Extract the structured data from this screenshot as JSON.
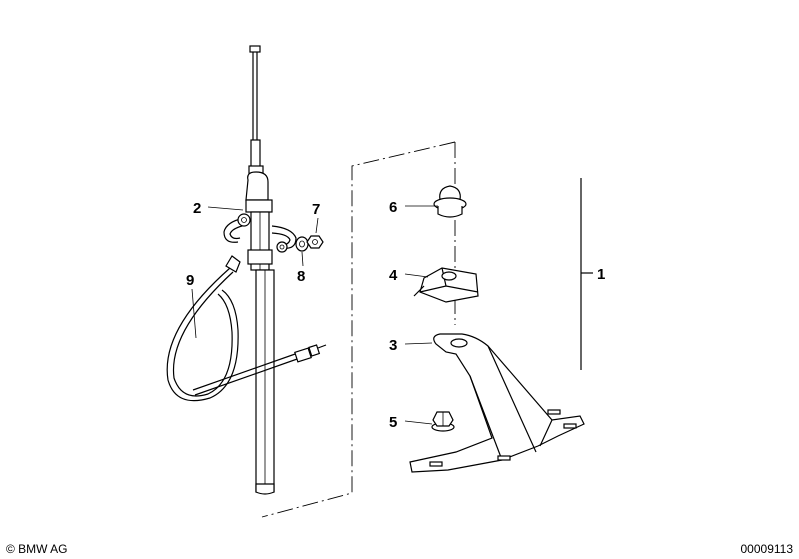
{
  "callouts": {
    "c1": "1",
    "c2": "2",
    "c3": "3",
    "c4": "4",
    "c5": "5",
    "c6": "6",
    "c7": "7",
    "c8": "8",
    "c9": "9"
  },
  "footer": {
    "copyright": "© BMW AG",
    "diagram_number": "00009113"
  }
}
